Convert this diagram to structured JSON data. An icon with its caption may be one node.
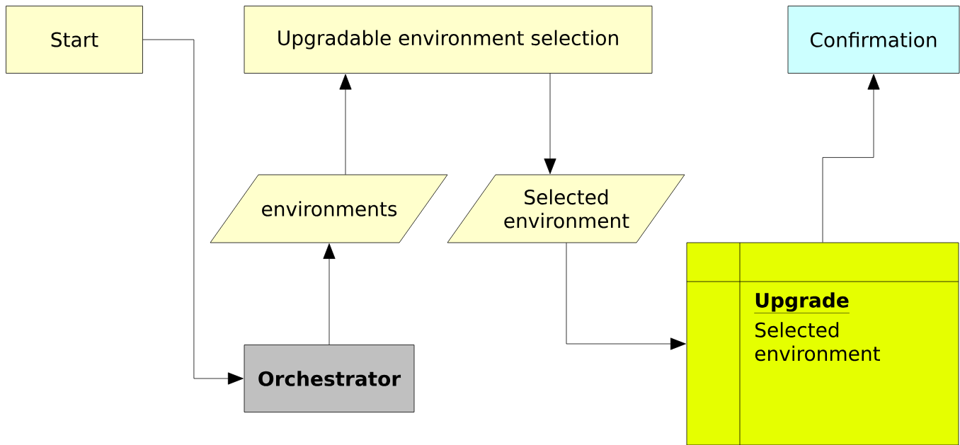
{
  "diagram": {
    "nodes": [
      {
        "text": [
          "Start"
        ]
      },
      {
        "text": [
          "Upgradable environment selection"
        ]
      },
      {
        "text": [
          "Confirmation"
        ]
      },
      {
        "text": [
          "environments"
        ]
      },
      {
        "text": [
          "Selected environment"
        ]
      },
      {
        "text": [
          "Upgrade",
          "Selected environment"
        ]
      },
      {
        "text": [
          "Orchestrator"
        ]
      }
    ],
    "edges": [
      {
        "from": 0,
        "to": 6,
        "arrow": "to"
      },
      {
        "from": 6,
        "to": 3,
        "arrow": "to"
      },
      {
        "from": 3,
        "to": 1,
        "arrow": "to"
      },
      {
        "from": 1,
        "to": 4,
        "arrow": "to"
      },
      {
        "from": 4,
        "to": 5,
        "arrow": "to"
      },
      {
        "from": 5,
        "to": 2,
        "arrow": "to"
      }
    ]
  }
}
